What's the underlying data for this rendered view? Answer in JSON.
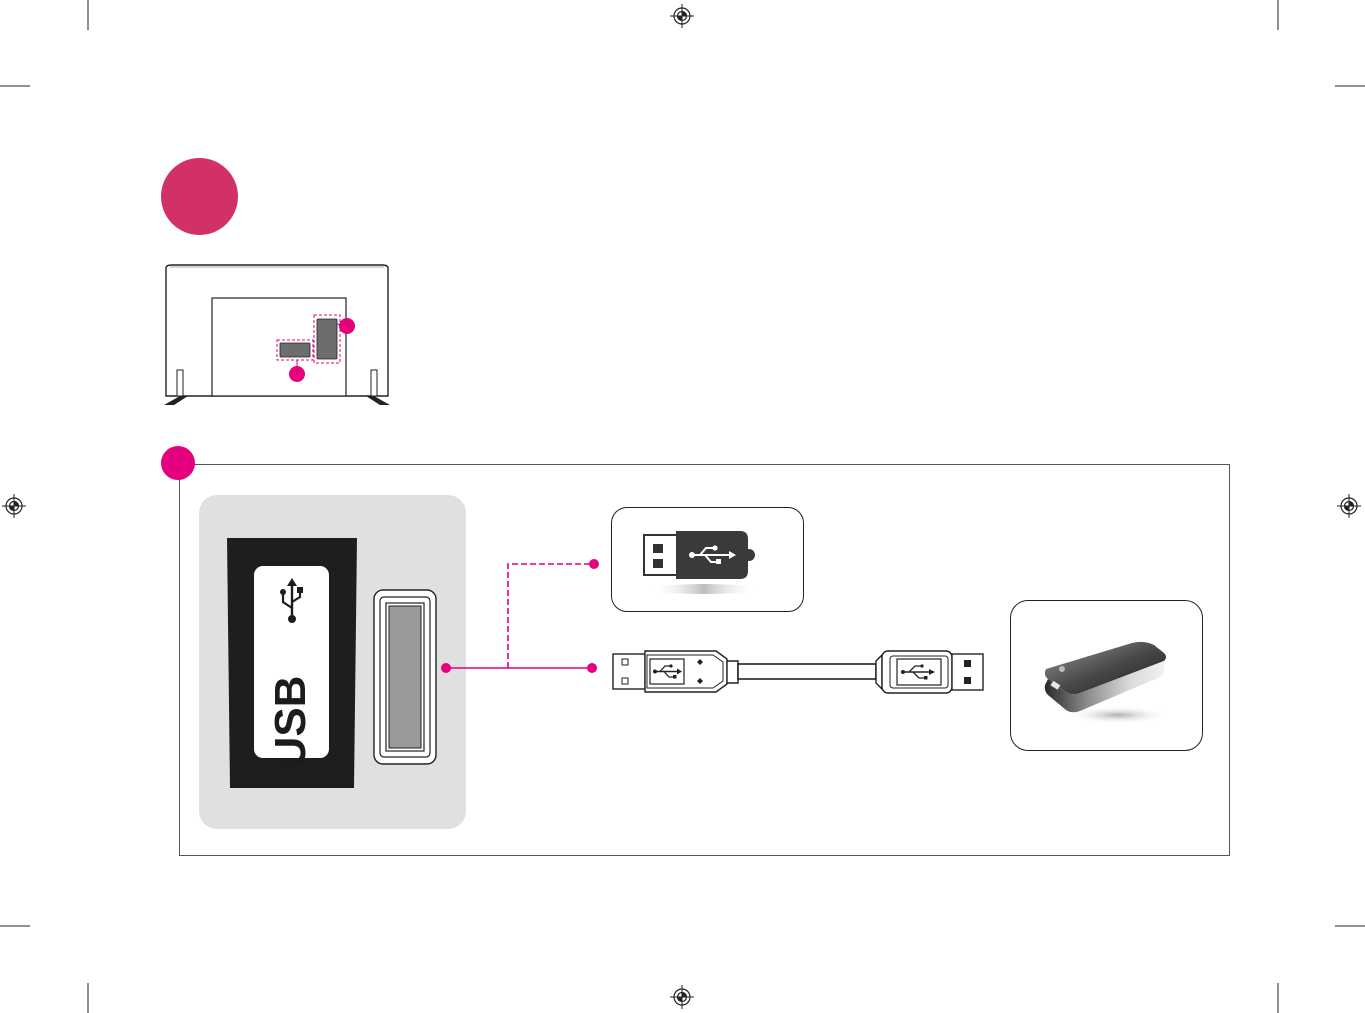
{
  "port_label": "USB",
  "colors": {
    "step_badge": "#d13168",
    "accent_magenta": "#e5007e",
    "port_panel_bg": "#e0e0e0",
    "port_plate": "#1e1e1e",
    "frame_line": "#555555"
  },
  "icons": {
    "step_badge": "circle",
    "callout_badge": "circle",
    "usb_symbol": "usb-trident-icon",
    "usb_flash_drive": "usb-flash-drive-icon",
    "usb_cable": "usb-cable-icon",
    "external_hdd": "external-hard-drive-icon",
    "registration_mark": "crosshair-target-icon"
  }
}
